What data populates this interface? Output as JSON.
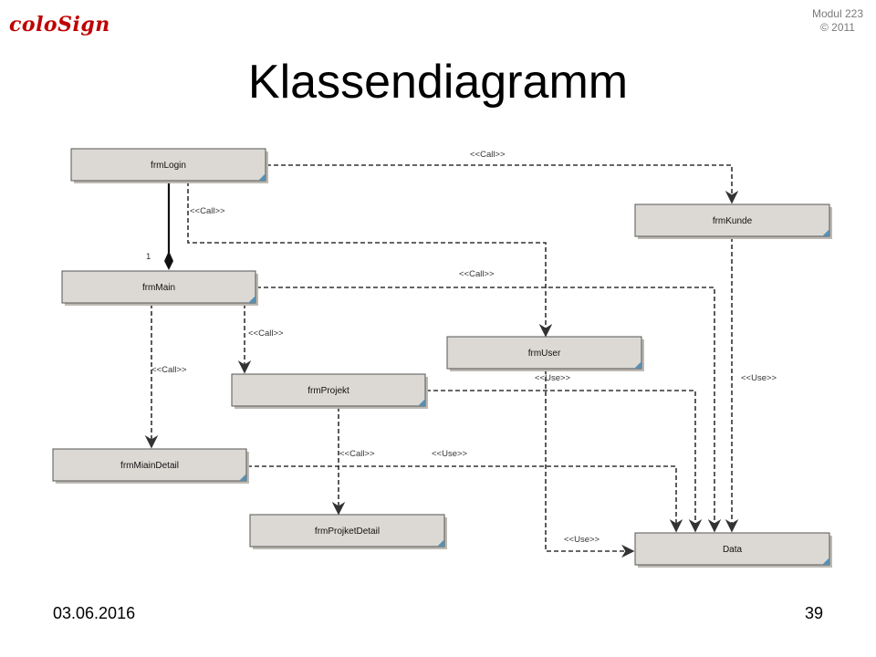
{
  "header": {
    "logo_text": "coloSign",
    "modul_line1": "Modul 223",
    "modul_line2": "© 2011"
  },
  "slide": {
    "title": "Klassendiagramm"
  },
  "footer": {
    "date": "03.06.2016",
    "page": "39"
  },
  "diagram": {
    "classes": {
      "frmLogin": "frmLogin",
      "frmKunde": "frmKunde",
      "frmMain": "frmMain",
      "frmUser": "frmUser",
      "frmProjekt": "frmProjekt",
      "frmMiainDetail": "frmMiainDetail",
      "frmProjketDetail": "frmProjketDetail",
      "Data": "Data"
    },
    "labels": {
      "call": "<<Call>>",
      "use": "<<Use>>",
      "multiplicity_one": "1"
    }
  }
}
